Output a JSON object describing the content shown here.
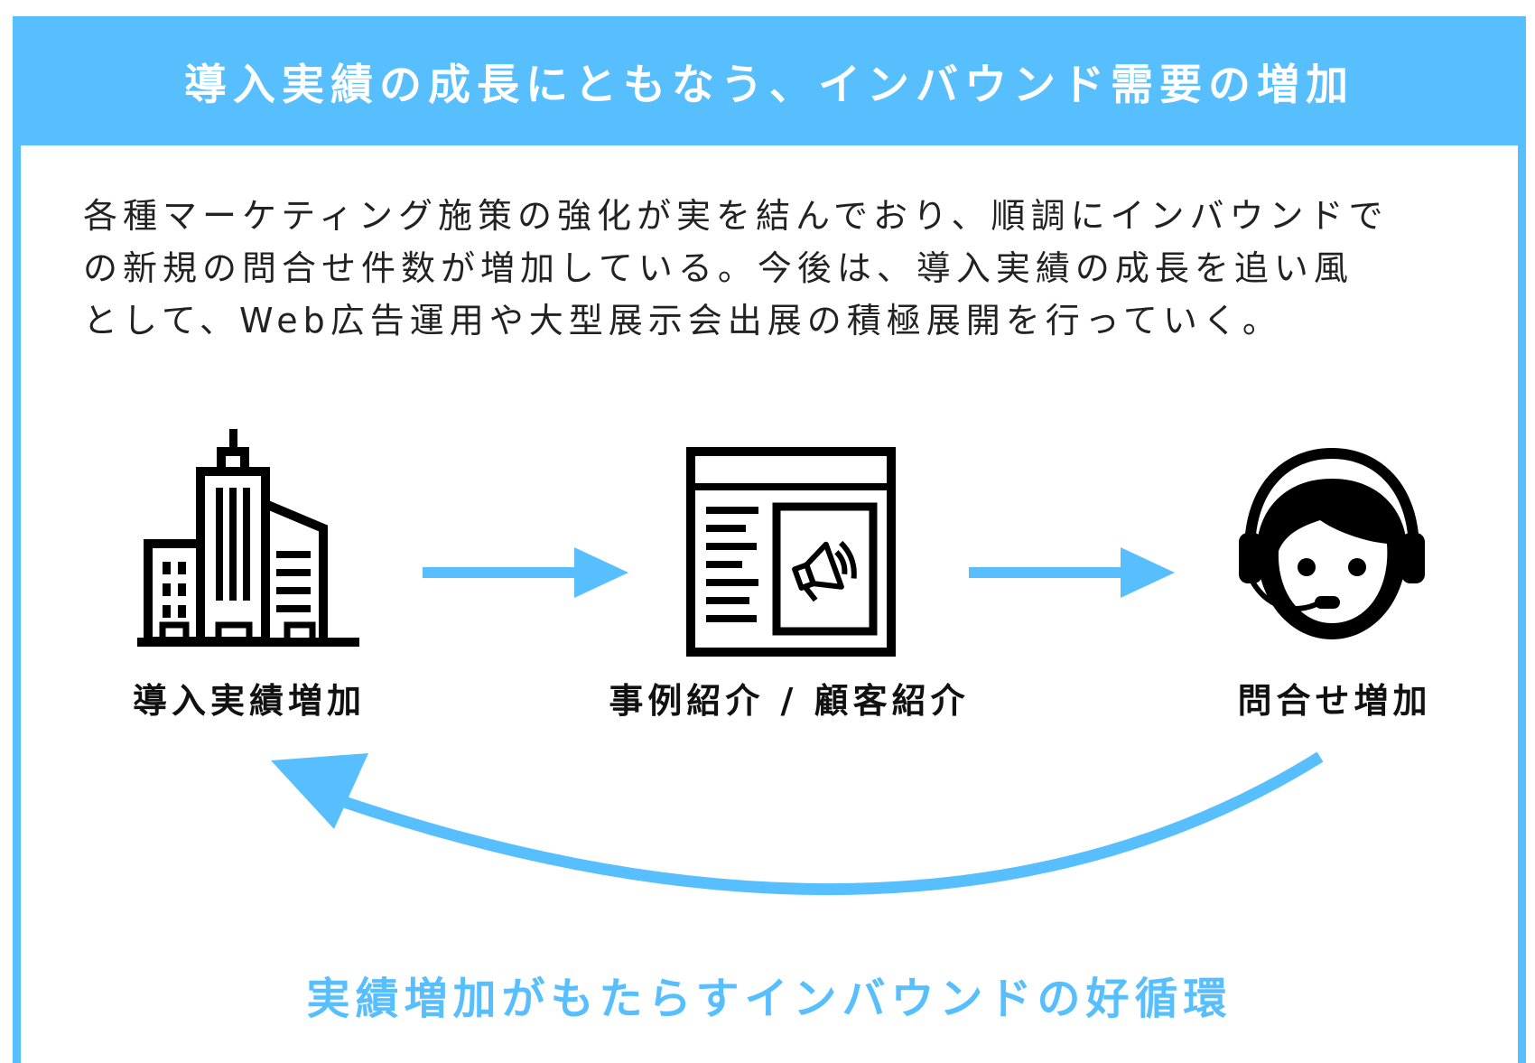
{
  "header": {
    "title": "導入実績の成長にともなう、インバウンド需要の増加"
  },
  "description": {
    "lines": [
      "各種マーケティング施策の強化が実を結んでおり、順調にインバウンドで",
      "の新規の問合せ件数が増加している。今後は、導入実績の成長を追い風",
      "として、Web広告運用や大型展示会出展の積極展開を行っていく。"
    ]
  },
  "steps": [
    {
      "label": "導入実績増加",
      "icon": "office-buildings-icon"
    },
    {
      "label": "事例紹介 / 顧客紹介",
      "icon": "web-page-megaphone-icon"
    },
    {
      "label": "問合せ増加",
      "icon": "headset-operator-icon"
    }
  ],
  "cycle": {
    "label": "実績増加がもたらすインバウンドの好循環"
  },
  "colors": {
    "accent": "#58bfff",
    "icon": "#000000",
    "text": "#222222"
  }
}
